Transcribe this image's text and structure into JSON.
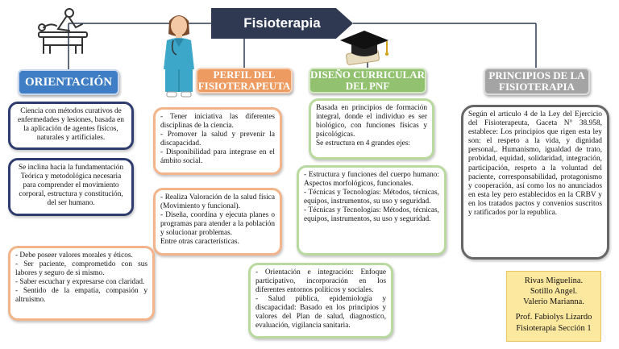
{
  "title": "Fisioterapia",
  "columns": {
    "orientacion": {
      "header": "ORIENTACIÓN",
      "box1": "Ciencia con métodos curativos de enfermedades y lesiones, basada en la aplicación de agentes físicos, naturales y artificiales.",
      "box2": "Se inclina hacia la fundamentación Teórica y metodológica necesaria para comprender el movimiento corporal, estructura y constitución, del ser humano."
    },
    "perfil": {
      "header": "PERFIL DEL FISIOTERAPEUTA",
      "box1": [
        "- Tener iniciativa las diferentes disciplinas de la ciencia.",
        "- Promover la salud y prevenir la discapacidad.",
        "- Disponibilidad para integrase en el ámbito social."
      ],
      "box2": [
        "- Realiza Valoración de la salud física (Movimiento y funcional).",
        "- Diseña, coordina y ejecuta planes o programas para atender a la población y solucionar problemas.",
        "Entre otras características."
      ],
      "box3": [
        "- Debe poseer valores morales y éticos.",
        "- Ser paciente, comprometido con sus labores y seguro de si mismo.",
        "- Saber escuchar y expresarse con claridad.",
        "- Sentido de la empatía, compasión y altruismo."
      ]
    },
    "diseno": {
      "header": "DISEÑO CURRICULAR DEL PNF",
      "box1": [
        "Basada en principios de formación integral, donde el individuo es ser biológico, con funciones físicas y psicológicas.",
        "Se estructura en 4 grandes ejes:"
      ],
      "box2": [
        "- Estructura y funciones del cuerpo humano: Aspectos morfológicos, funcionales.",
        "- Técnicas y Tecnologías: Métodos, técnicas, equipos, instrumentos, su uso y seguridad.",
        "- Técnicas y Tecnologías: Métodos, técnicas, equipos, instrumentos, su uso y seguridad."
      ],
      "box3": [
        "- Orientación e integración: Enfoque participativo, incorporación en los diferentes entornos políticos y sociales.",
        "- Salud pública, epidemiología y discapacidad: Basado en los principios y valores del Plan de salud, diagnostico, evaluación, vigilancia sanitaria."
      ]
    },
    "principios": {
      "header": "PRINCIPIOS DE LA FISIOTERAPIA",
      "box1": "Según el articulo 4 de la Ley del Ejercicio del Fisioterapeuta, Gaceta N° 38.958, establece: Los principios que rigen esta ley son: el respeto a la vida, y dignidad personal,. Humanismo, igualdad de trato, probidad, equidad, solidaridad, integración, participación, respeto a la voluntad del paciente, corresponsabilidad, protagonismo y cooperación, así como los no anunciados en esta ley pero establecidos en la CRBV y en los tratados pactos y convenios suscritos y ratificados por la republica."
    }
  },
  "credits": {
    "authors": [
      "Rivas Miguelina.",
      "Sotillo Angel.",
      "Valerio Marianna."
    ],
    "professor": "Prof. Fabiolys Lizardo",
    "section": "Fisioterapia Sección 1"
  },
  "colors": {
    "title_bg": "#2f3a52",
    "blue": "#3f7ec4",
    "orange": "#ee9b62",
    "green": "#92c16f",
    "gray": "#a4a4a4",
    "credits_bg": "#fde8a0"
  },
  "icons": [
    "physiotherapy-icon",
    "nurse-illustration",
    "graduation-cap-icon"
  ]
}
